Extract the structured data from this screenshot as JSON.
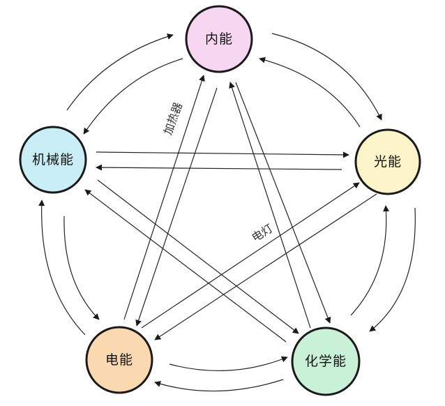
{
  "nodes": {
    "internal": {
      "label": "内能",
      "fill": "#f7d6f2"
    },
    "light": {
      "label": "光能",
      "fill": "#fbf5c9"
    },
    "chemical": {
      "label": "化学能",
      "fill": "#c9f1d7"
    },
    "electric": {
      "label": "电能",
      "fill": "#fbd9b0"
    },
    "mechanical": {
      "label": "机械能",
      "fill": "#c9eef5"
    }
  },
  "annotations": {
    "heater": "加热器",
    "lamp": "电灯"
  },
  "colors": {
    "stroke": "#1a1a1a",
    "line": "#222222"
  }
}
